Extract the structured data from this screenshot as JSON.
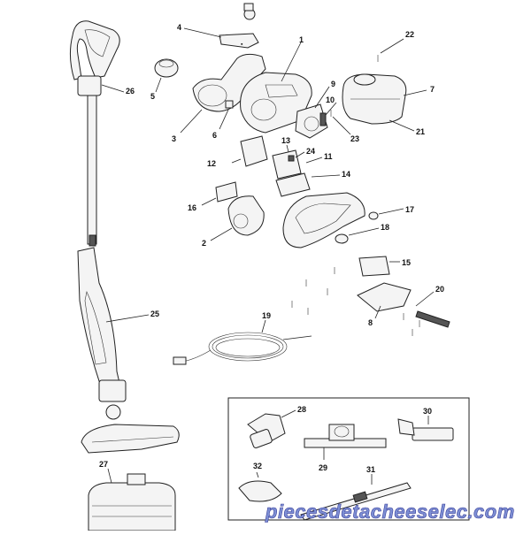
{
  "diagram": {
    "callouts": {
      "c1": "1",
      "c2": "2",
      "c3": "3",
      "c4": "4",
      "c5": "5",
      "c6": "6",
      "c7": "7",
      "c8": "8",
      "c9": "9",
      "c10": "10",
      "c11": "11",
      "c12": "12",
      "c13": "13",
      "c14": "14",
      "c15": "15",
      "c16": "16",
      "c17": "17",
      "c18": "18",
      "c19": "19",
      "c20": "20",
      "c21": "21",
      "c22": "22",
      "c23": "23",
      "c24": "24",
      "c25": "25",
      "c26": "26",
      "c27": "27",
      "c28": "28",
      "c29": "29",
      "c30": "30",
      "c31": "31",
      "c32": "32"
    },
    "watermark": "piecesdetacheeselec.com"
  }
}
